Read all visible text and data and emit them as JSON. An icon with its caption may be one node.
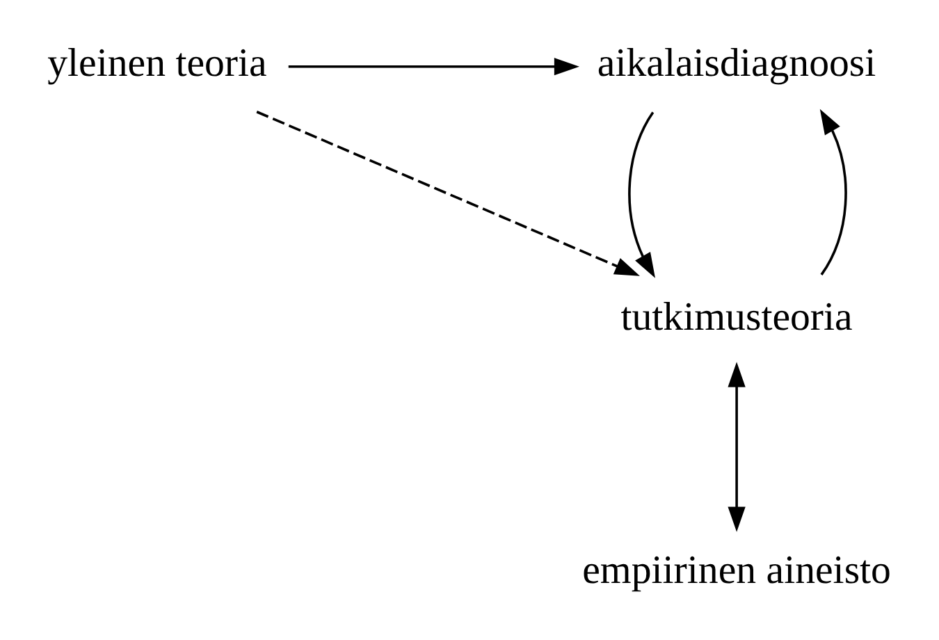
{
  "diagram": {
    "nodes": [
      {
        "text": [
          "aikalaisdiagnoosi"
        ]
      },
      {
        "text": [
          "yleinen teoria"
        ]
      },
      {
        "text": [
          "tutkimusteoria"
        ]
      },
      {
        "text": [
          "empiirinen aineisto"
        ]
      }
    ],
    "edges": [
      {
        "from": 1,
        "to": 0,
        "arrow": "to"
      },
      {
        "from": 0,
        "to": 2,
        "arrow": "to"
      },
      {
        "from": 2,
        "to": 0,
        "arrow": "to"
      },
      {
        "from": 1,
        "to": 2,
        "arrow": "to",
        "style": "dashed"
      },
      {
        "from": 2,
        "to": 3,
        "arrow": "both"
      }
    ]
  }
}
